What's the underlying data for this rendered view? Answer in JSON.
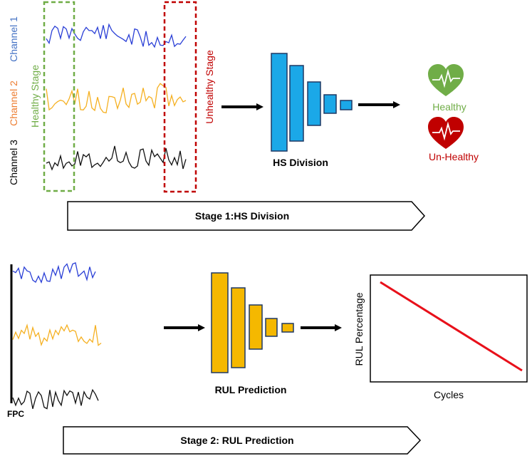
{
  "stage1": {
    "channels": [
      {
        "label": "Channel 1",
        "color": "#4472c4",
        "line_color": "#2a3fd6"
      },
      {
        "label": "Channel 2",
        "color": "#ed7d31",
        "line_color": "#f5b021"
      },
      {
        "label": "Channel 3",
        "color": "#000000",
        "line_color": "#111111"
      }
    ],
    "healthy_stage_label": "Healthy Stage",
    "healthy_stage_color": "#70ad47",
    "unhealthy_stage_label": "Unhealthy Stage",
    "unhealthy_stage_color": "#c00000",
    "network_label": "HS Division",
    "network_color": "#1ba8e8",
    "outputs": [
      {
        "label": "Healthy",
        "color": "#70ad47",
        "icon": "heart-pulse-icon"
      },
      {
        "label": "Un-Healthy",
        "color": "#c00000",
        "icon": "heart-pulse-icon"
      }
    ],
    "banner_label": "Stage 1:HS Division"
  },
  "stage2": {
    "fpc_label": "FPC",
    "network_label": "RUL Prediction",
    "network_color": "#f5b800",
    "chart": {
      "ylabel": "RUL Percentage",
      "xlabel": "Cycles",
      "line_color": "#e8101a"
    },
    "banner_label": "Stage 2: RUL Prediction"
  }
}
